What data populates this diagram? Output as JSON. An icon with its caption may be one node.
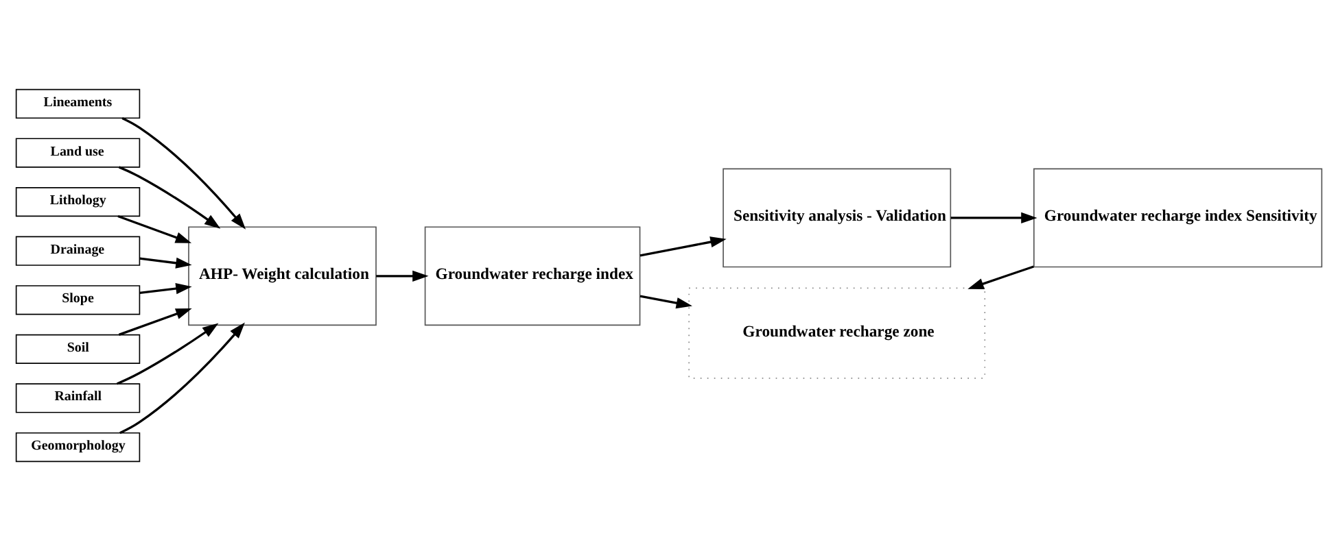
{
  "diagram": {
    "nodes": [
      {
        "text": [
          "Lineaments"
        ]
      },
      {
        "text": [
          "Land use"
        ]
      },
      {
        "text": [
          "Lithology"
        ]
      },
      {
        "text": [
          "Drainage"
        ]
      },
      {
        "text": [
          "Slope"
        ]
      },
      {
        "text": [
          "Soil"
        ]
      },
      {
        "text": [
          "Rainfall"
        ]
      },
      {
        "text": [
          "Geomorphology"
        ]
      },
      {
        "text": [
          "AHP- Weight calculation"
        ]
      },
      {
        "text": [
          "Groundwater recharge index"
        ]
      },
      {
        "text": [
          "Sensitivity analysis - Validation"
        ]
      },
      {
        "text": [
          "Groundwater recharge index Sensitivity"
        ]
      },
      {
        "text": [
          "Groundwater recharge zone"
        ]
      }
    ],
    "edges": [
      {
        "from": 0,
        "to": 8,
        "arrow": "to"
      },
      {
        "from": 1,
        "to": 8,
        "arrow": "to"
      },
      {
        "from": 2,
        "to": 8,
        "arrow": "to"
      },
      {
        "from": 3,
        "to": 8,
        "arrow": "to"
      },
      {
        "from": 4,
        "to": 8,
        "arrow": "to"
      },
      {
        "from": 5,
        "to": 8,
        "arrow": "to"
      },
      {
        "from": 6,
        "to": 8,
        "arrow": "to"
      },
      {
        "from": 7,
        "to": 8,
        "arrow": "to"
      },
      {
        "from": 8,
        "to": 9,
        "arrow": "to"
      },
      {
        "from": 9,
        "to": 10,
        "arrow": "to"
      },
      {
        "from": 10,
        "to": 11,
        "arrow": "to"
      },
      {
        "from": 9,
        "to": 12,
        "arrow": "to"
      },
      {
        "from": 11,
        "to": 12,
        "arrow": "to"
      }
    ]
  }
}
